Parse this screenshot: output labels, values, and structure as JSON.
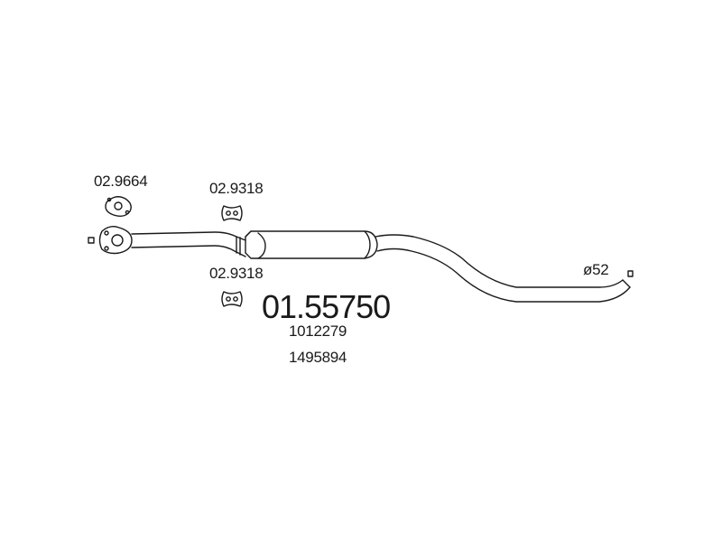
{
  "diagram": {
    "main_part_number": "01.55750",
    "oem_numbers": [
      "1012279",
      "1495894"
    ],
    "accessories": [
      {
        "part_number": "02.9664",
        "kind": "flange-gasket"
      },
      {
        "part_number": "02.9318",
        "kind": "rubber-mount"
      },
      {
        "part_number": "02.9318",
        "kind": "rubber-mount"
      }
    ],
    "outlet_diameter": "ø52",
    "colors": {
      "line": "#1a1a1a",
      "background": "#ffffff"
    }
  }
}
